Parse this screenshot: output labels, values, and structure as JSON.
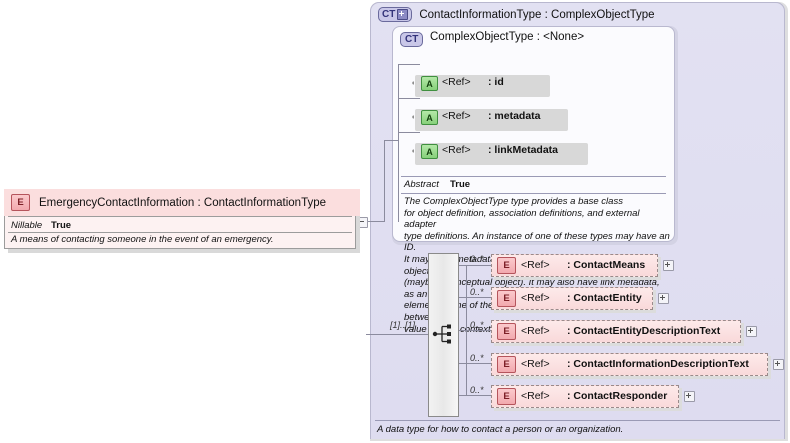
{
  "diagram": {
    "type": "xml-schema-component-diagram",
    "outer_type": {
      "badge": "CT",
      "badge_expand_icon": "plus-icon",
      "title": "ContactInformationType : ComplexObjectType",
      "footer_annotation": "A data type for how to contact a person or an organization."
    },
    "inner_type": {
      "badge": "CT",
      "title": "ComplexObjectType : <None>",
      "attributes": [
        {
          "badge": "A",
          "ref": "<Ref>",
          "name": ": id"
        },
        {
          "badge": "A",
          "ref": "<Ref>",
          "name": ": metadata"
        },
        {
          "badge": "A",
          "ref": "<Ref>",
          "name": ": linkMetadata"
        }
      ],
      "abstract_key": "Abstract",
      "abstract_value": "True",
      "annotation": "The ComplexObjectType type provides a base class\nfor object definition, association definitions, and external adapter\ntype definitions. An instance of one of these types may have an ID.\nIt may have metadata as it establishes the existence of an object\n(maybe a conceptual object). It may also have link metadata, as an\nelement of one of these types establishes a relationship between its\nvalue and its context."
    },
    "element": {
      "badge": "E",
      "title": "EmergencyContactInformation : ContactInformationType",
      "nillable_key": "Nillable",
      "nillable_value": "True",
      "annotation": "A means of contacting someone in the event of an emergency."
    },
    "sequence": {
      "icon": "sequence-compositor-icon",
      "occurrence": "[1]..[1]"
    },
    "children": [
      {
        "badge": "E",
        "ref": "<Ref>",
        "name": ": ContactMeans",
        "occurrence": "0..*",
        "expand_icon": "plus-icon"
      },
      {
        "badge": "E",
        "ref": "<Ref>",
        "name": ": ContactEntity",
        "occurrence": "0..*",
        "expand_icon": "plus-icon"
      },
      {
        "badge": "E",
        "ref": "<Ref>",
        "name": ": ContactEntityDescriptionText",
        "occurrence": "0..*",
        "expand_icon": "plus-icon"
      },
      {
        "badge": "E",
        "ref": "<Ref>",
        "name": ": ContactInformationDescriptionText",
        "occurrence": "0..*",
        "expand_icon": "plus-icon"
      },
      {
        "badge": "E",
        "ref": "<Ref>",
        "name": ": ContactResponder",
        "occurrence": "0..*",
        "expand_icon": "plus-icon"
      }
    ],
    "colors": {
      "panel_bg": "#e2e1f2",
      "attribute_bg": "#eef8e9",
      "element_bg": "#f9d9da",
      "element_title_bg": "#fbdede",
      "badge_ct_bg": "#c9c7e8",
      "line": "#8b8b9e"
    }
  }
}
